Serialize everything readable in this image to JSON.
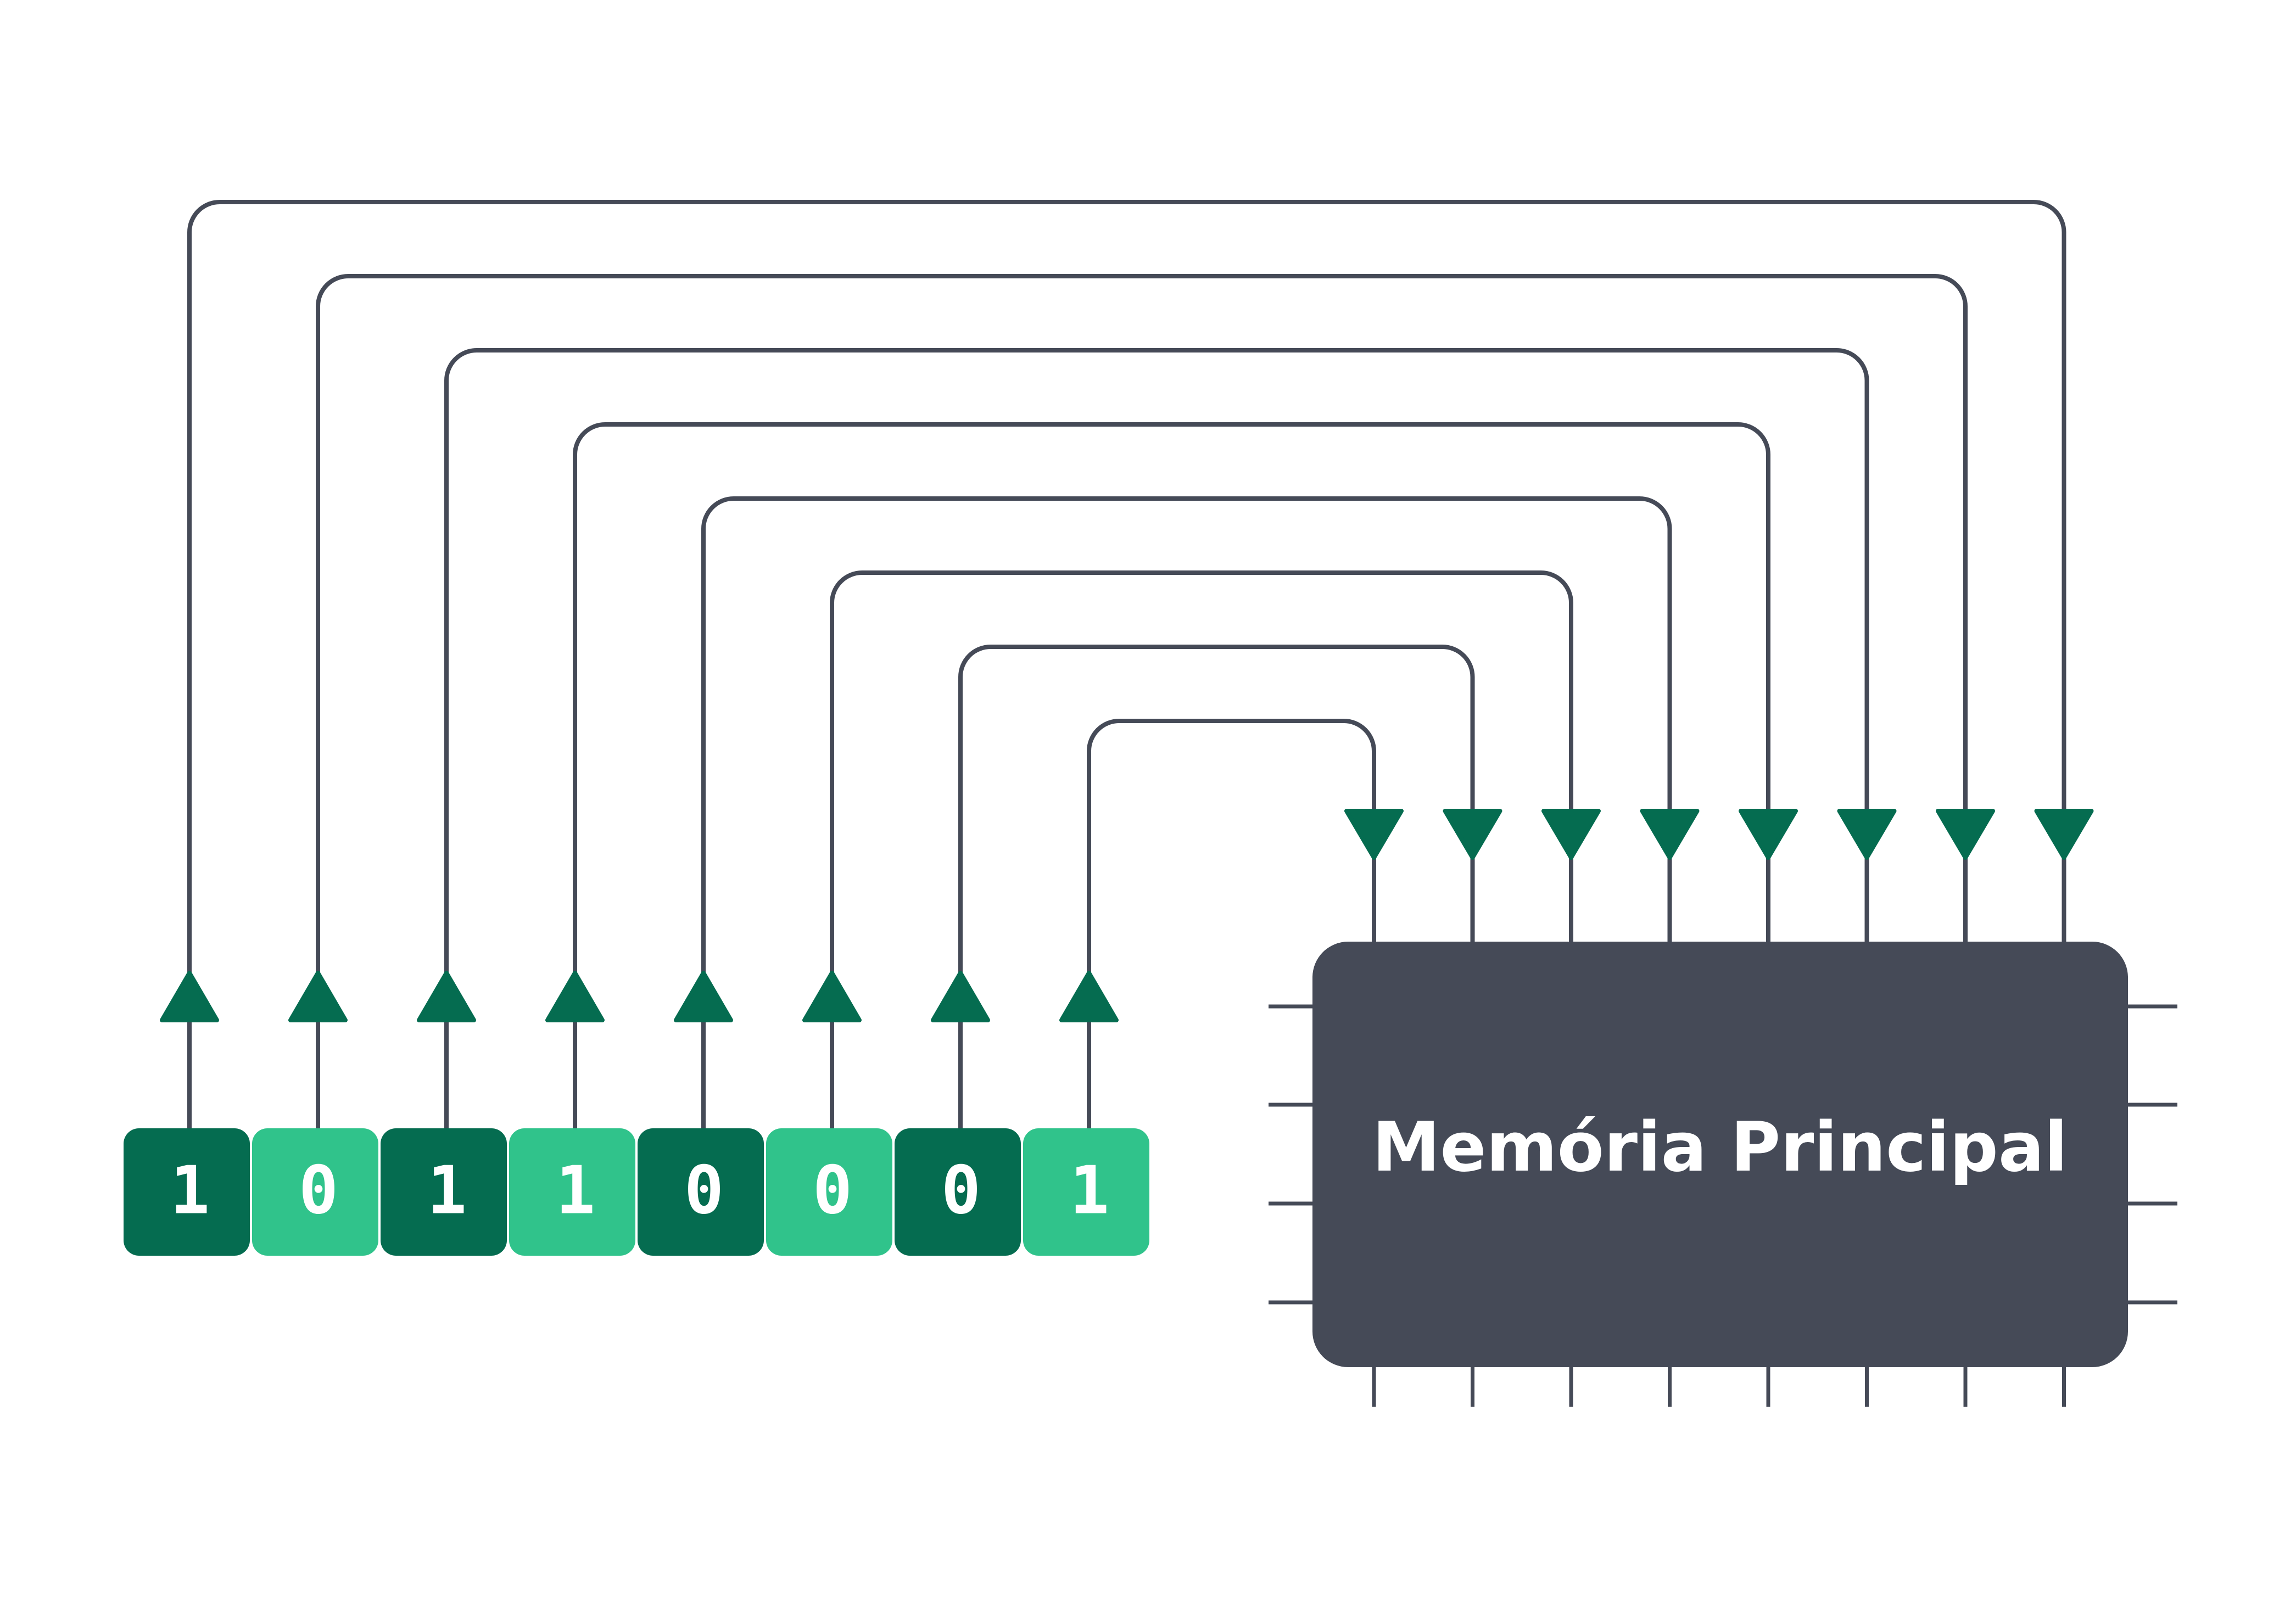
{
  "memory": {
    "label": "Memória Principal",
    "color": "#454a57"
  },
  "bits": [
    {
      "value": "1",
      "shade": "dark"
    },
    {
      "value": "0",
      "shade": "light"
    },
    {
      "value": "1",
      "shade": "dark"
    },
    {
      "value": "1",
      "shade": "light"
    },
    {
      "value": "0",
      "shade": "dark"
    },
    {
      "value": "0",
      "shade": "light"
    },
    {
      "value": "0",
      "shade": "dark"
    },
    {
      "value": "1",
      "shade": "light"
    }
  ],
  "colors": {
    "bit_dark": "#056c50",
    "bit_light": "#30c38b",
    "arrow": "#056c50",
    "wire": "#454a57"
  },
  "icons": {
    "up_arrow": "triangle-up-icon",
    "down_arrow": "triangle-down-icon"
  }
}
